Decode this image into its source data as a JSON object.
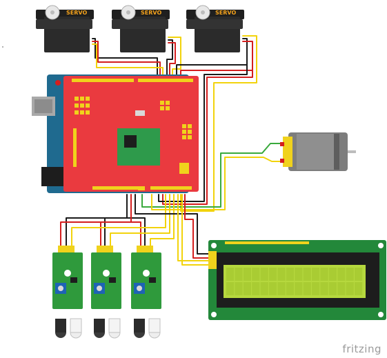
{
  "servos": [
    {
      "label": "SERVO"
    },
    {
      "label": "SERVO"
    },
    {
      "label": "SERVO"
    }
  ],
  "watermark": "fritzing",
  "colors": {
    "background": "#ffffff",
    "wire_black": "#1a1a1a",
    "wire_red": "#d41e1e",
    "wire_yellow": "#f2d30c",
    "wire_green": "#39a93c",
    "shield": "#ea3a3f",
    "arduino": "#1f6a8f",
    "sensor_board": "#2f9a3c",
    "lcd_board": "#23883a",
    "lcd_screen": "#b6d83e",
    "motor_body": "#7d7d7d",
    "motor_cap": "#f0d21c"
  }
}
